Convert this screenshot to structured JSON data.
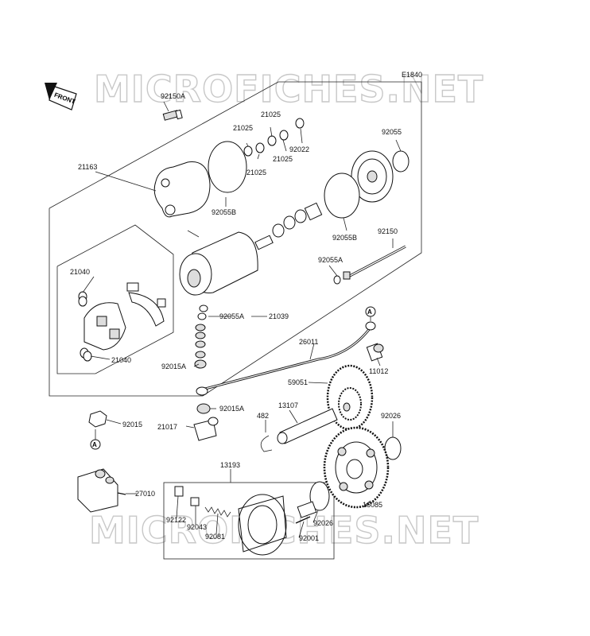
{
  "diagram": {
    "code": "E1840",
    "front_label": "FRONT",
    "watermarks": [
      "MICROFICHES.NET",
      "MICROFICHES.NET"
    ],
    "callout_a": "A",
    "parts": {
      "p92150A": "92150A",
      "p21163": "21163",
      "p21025a": "21025",
      "p21025b": "21025",
      "p21025c": "21025",
      "p21025d": "21025",
      "p92022": "92022",
      "p92055": "92055",
      "p92055B_left": "92055B",
      "p92055B_right": "92055B",
      "p92150": "92150",
      "p92055A_top": "92055A",
      "p21040_top": "21040",
      "p21040_bot": "21040",
      "p92055A_mid": "92055A",
      "p21039": "21039",
      "p92015A_mid": "92015A",
      "p26011": "26011",
      "p11012": "11012",
      "p59051": "59051",
      "p92015A_low": "92015A",
      "p92015": "92015",
      "p21017": "21017",
      "p482": "482",
      "p13107": "13107",
      "p92026_right": "92026",
      "p13193": "13193",
      "p27010": "27010",
      "p92122": "92122",
      "p92043": "92043",
      "p92081": "92081",
      "p92026_low": "92026",
      "p92001": "92001",
      "p16085": "16085"
    }
  }
}
